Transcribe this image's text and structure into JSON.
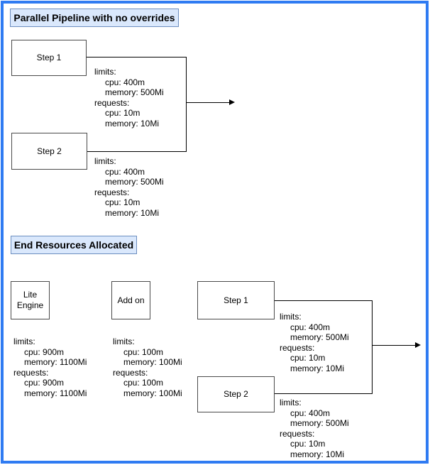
{
  "colors": {
    "frame_border": "#2f7bf2",
    "title_fill": "#dae8fc",
    "title_border": "#6c8ebf",
    "node_border": "#4a4a4a",
    "connector": "#000000"
  },
  "section1": {
    "title": "Parallel Pipeline with no overrides",
    "step1": {
      "label": "Step 1",
      "resources": [
        "limits:",
        "cpu: 400m",
        "memory: 500Mi",
        "requests:",
        "cpu: 10m",
        "memory: 10Mi"
      ]
    },
    "step2": {
      "label": "Step 2",
      "resources": [
        "limits:",
        "cpu: 400m",
        "memory: 500Mi",
        "requests:",
        "cpu: 10m",
        "memory: 10Mi"
      ]
    }
  },
  "section2": {
    "title": "End Resources Allocated",
    "lite_engine": {
      "label_line1": "Lite",
      "label_line2": "Engine",
      "resources": [
        "limits:",
        "cpu: 900m",
        "memory: 1100Mi",
        "requests:",
        "cpu: 900m",
        "memory: 1100Mi"
      ]
    },
    "add_on": {
      "label": "Add on",
      "resources": [
        "limits:",
        "cpu: 100m",
        "memory: 100Mi",
        "requests:",
        "cpu: 100m",
        "memory: 100Mi"
      ]
    },
    "step1": {
      "label": "Step 1",
      "resources": [
        "limits:",
        "cpu: 400m",
        "memory: 500Mi",
        "requests:",
        "cpu: 10m",
        "memory: 10Mi"
      ]
    },
    "step2": {
      "label": "Step 2",
      "resources": [
        "limits:",
        "cpu: 400m",
        "memory: 500Mi",
        "requests:",
        "cpu: 10m",
        "memory: 10Mi"
      ]
    }
  }
}
